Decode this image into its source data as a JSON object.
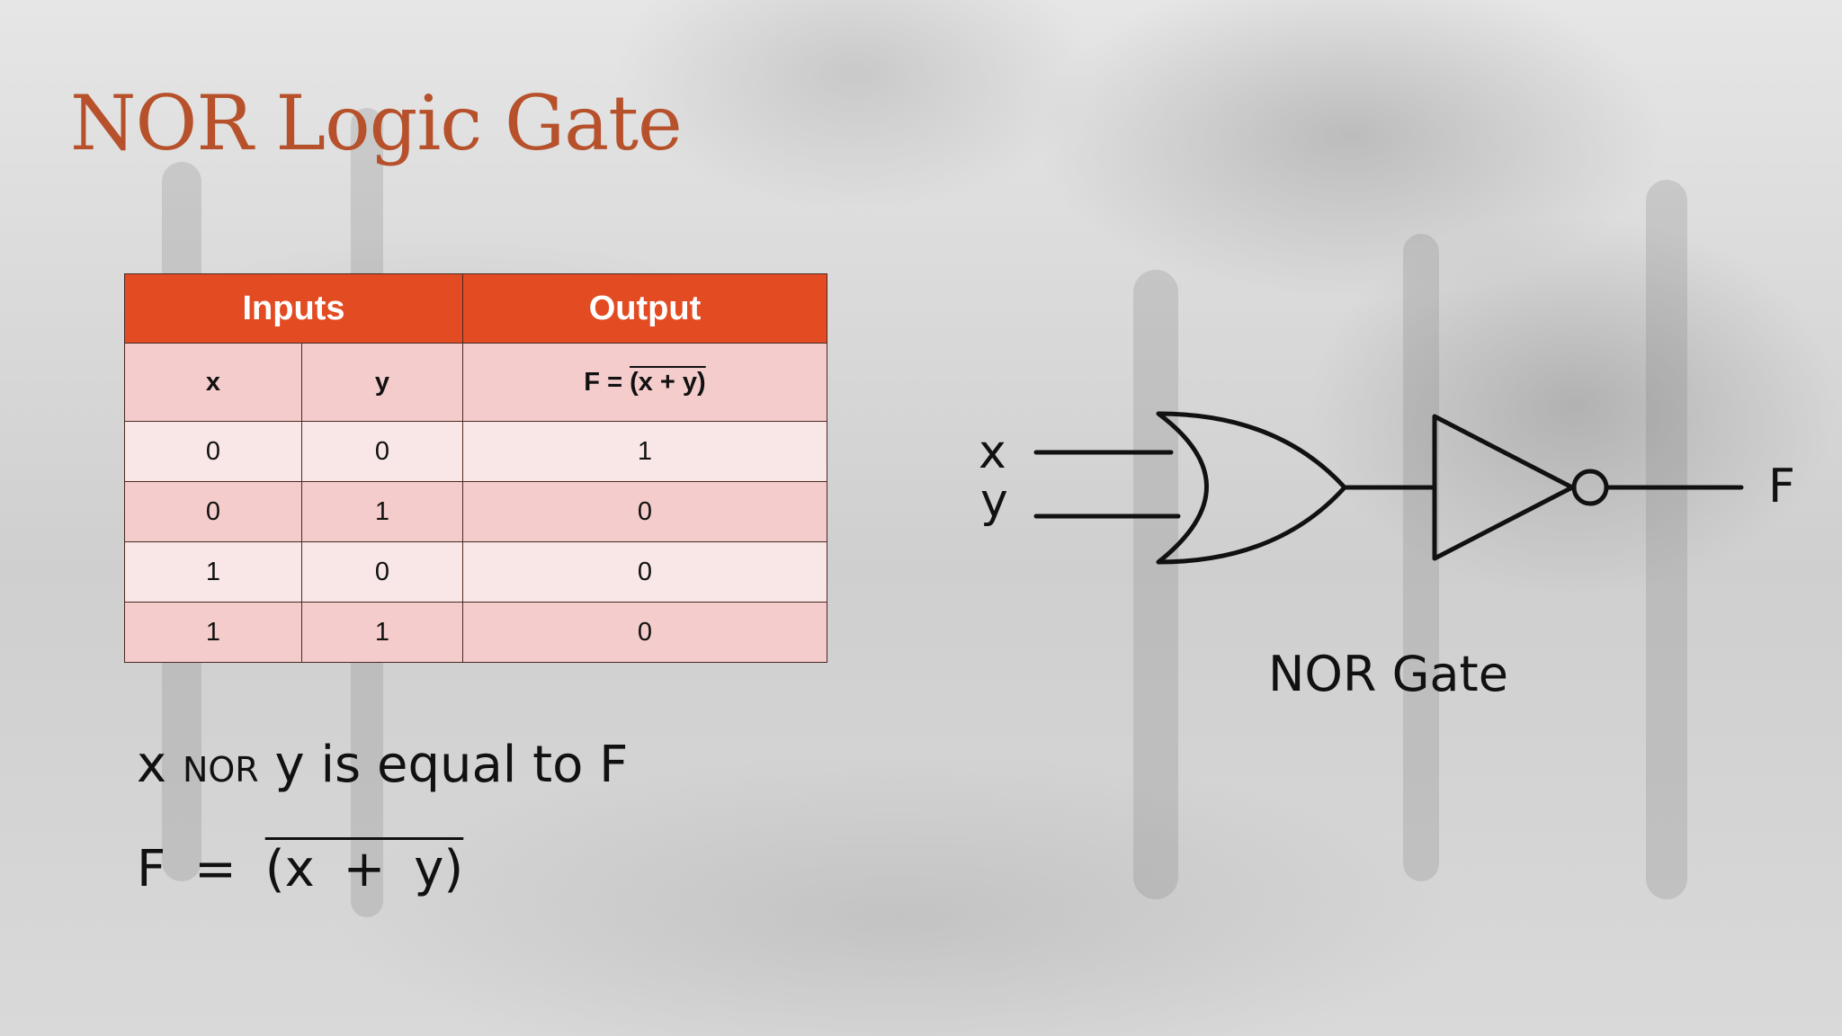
{
  "slide": {
    "title": "NOR Logic Gate"
  },
  "truth_table": {
    "header_inputs": "Inputs",
    "header_output": "Output",
    "col_x": "x",
    "col_y": "y",
    "col_f_prefix": "F = ",
    "col_f_expr": "(x + y)",
    "rows": [
      {
        "x": "0",
        "y": "0",
        "f": "1"
      },
      {
        "x": "0",
        "y": "1",
        "f": "0"
      },
      {
        "x": "1",
        "y": "0",
        "f": "0"
      },
      {
        "x": "1",
        "y": "1",
        "f": "0"
      }
    ]
  },
  "statement": {
    "x": "x",
    "op": "NOR",
    "rest": "y is equal to F"
  },
  "formula": {
    "lhs": "F =",
    "rhs": "(x + y)"
  },
  "diagram": {
    "input_x": "x",
    "input_y": "y",
    "output": "F",
    "caption": "NOR Gate"
  },
  "colors": {
    "accent": "#e34b23",
    "title": "#b6512b",
    "row_light": "#f9e6e6",
    "row_dark": "#f3cccb"
  }
}
